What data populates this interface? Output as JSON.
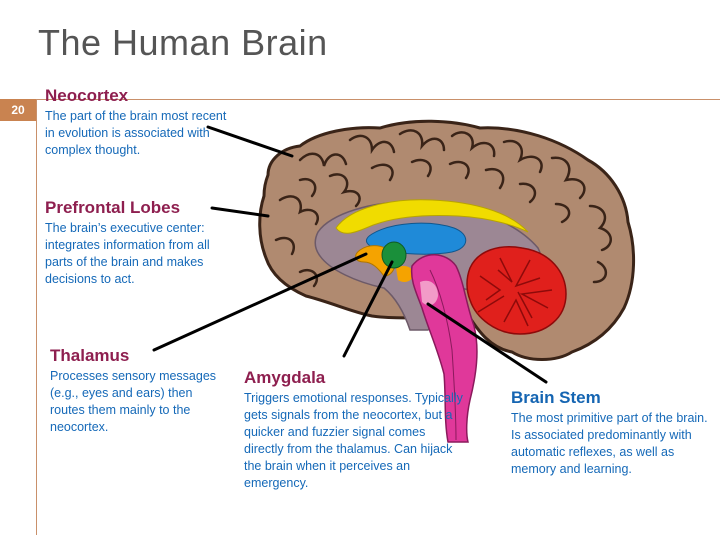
{
  "slide": {
    "title": "The Human Brain",
    "number": "20"
  },
  "labels": {
    "neocortex": {
      "heading": "Neocortex",
      "text": "The part of the brain most recent in evolution is associated with complex thought."
    },
    "prefrontal": {
      "heading": "Prefrontal Lobes",
      "text": "The brain’s executive center: integrates information from all parts of the brain and makes decisions to act."
    },
    "thalamus": {
      "heading": "Thalamus",
      "text": "Processes sensory messages (e.g., eyes and ears) then routes them mainly to the neocortex."
    },
    "amygdala": {
      "heading": "Amygdala",
      "text": "Triggers emotional responses. Typically gets signals from the neocortex, but a quicker and fuzzier signal comes directly from the thalamus. Can hijack the brain when it perceives an emergency."
    },
    "brainstem": {
      "heading": "Brain Stem",
      "text": "The most primitive part of the brain. Is associated predominantly with automatic reflexes, as well as memory and learning."
    }
  },
  "colors": {
    "title": "#555555",
    "accent": "#c98350",
    "heading": "#8e1f4f",
    "heading_alt": "#1565b2",
    "body_text": "#1569b8",
    "cortex": "#b08a70",
    "cerebellum": "#e0201c",
    "brainstem": "#e0389a",
    "thalamus_region": "#f5a300",
    "corpus_callosum": "#f0dc00",
    "amygdala": "#1a8f3a",
    "ventricle": "#1f8ad8"
  }
}
